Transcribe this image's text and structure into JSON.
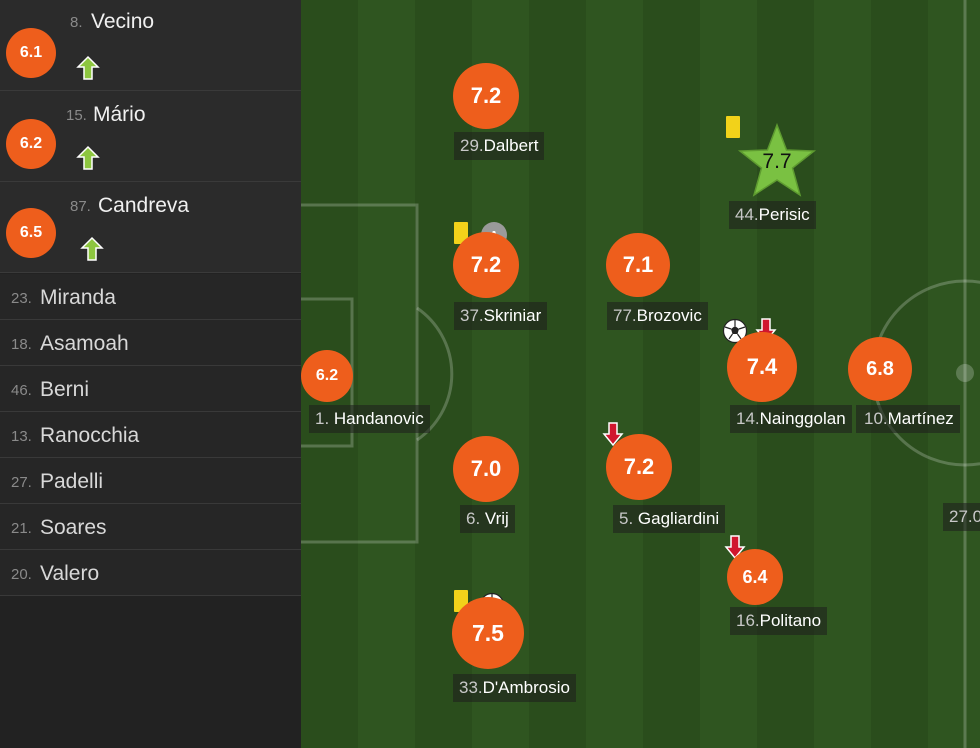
{
  "substitutes": [
    {
      "rating": "6.1",
      "number": "8.",
      "name": "Vecino",
      "icon": "sub-in-arrow-icon"
    },
    {
      "rating": "6.2",
      "number": "15.",
      "name": "Mário",
      "icon": "sub-in-arrow-icon"
    },
    {
      "rating": "6.5",
      "number": "87.",
      "name": "Candreva",
      "icon": "sub-in-arrow-icon"
    }
  ],
  "bench": [
    {
      "number": "23.",
      "name": "Miranda"
    },
    {
      "number": "18.",
      "name": "Asamoah"
    },
    {
      "number": "46.",
      "name": "Berni"
    },
    {
      "number": "13.",
      "name": "Ranocchia"
    },
    {
      "number": "27.",
      "name": "Padelli"
    },
    {
      "number": "21.",
      "name": "Soares"
    },
    {
      "number": "20.",
      "name": "Valero"
    }
  ],
  "lineup": {
    "handanovic": {
      "rating": "6.2",
      "number": "1. ",
      "name": "Handanovic"
    },
    "dalbert": {
      "rating": "7.2",
      "number": "29.",
      "name": "Dalbert"
    },
    "skriniar": {
      "rating": "7.2",
      "number": "37.",
      "name": "Skriniar",
      "captain": "A"
    },
    "vrij": {
      "rating": "7.0",
      "number": "6. ",
      "name": "Vrij"
    },
    "dambrosio": {
      "rating": "7.5",
      "number": "33.",
      "name": "D'Ambrosio"
    },
    "brozovic": {
      "rating": "7.1",
      "number": "77.",
      "name": "Brozovic"
    },
    "gagliardini": {
      "rating": "7.2",
      "number": "5. ",
      "name": "Gagliardini"
    },
    "perisic": {
      "rating": "7.7",
      "number": "44.",
      "name": "Perisic"
    },
    "nainggolan": {
      "rating": "7.4",
      "number": "14.",
      "name": "Nainggolan"
    },
    "politano": {
      "rating": "6.4",
      "number": "16.",
      "name": "Politano"
    },
    "martinez": {
      "rating": "6.8",
      "number": "10.",
      "name": "Martínez"
    },
    "cutoff_player": {
      "number": "27.0"
    }
  },
  "colors": {
    "rating": "#ee5e1c",
    "star": "#7ac142",
    "yellow_card": "#f2d21a",
    "sub_in": "#8dc63f",
    "sub_out": "#d0162e"
  }
}
